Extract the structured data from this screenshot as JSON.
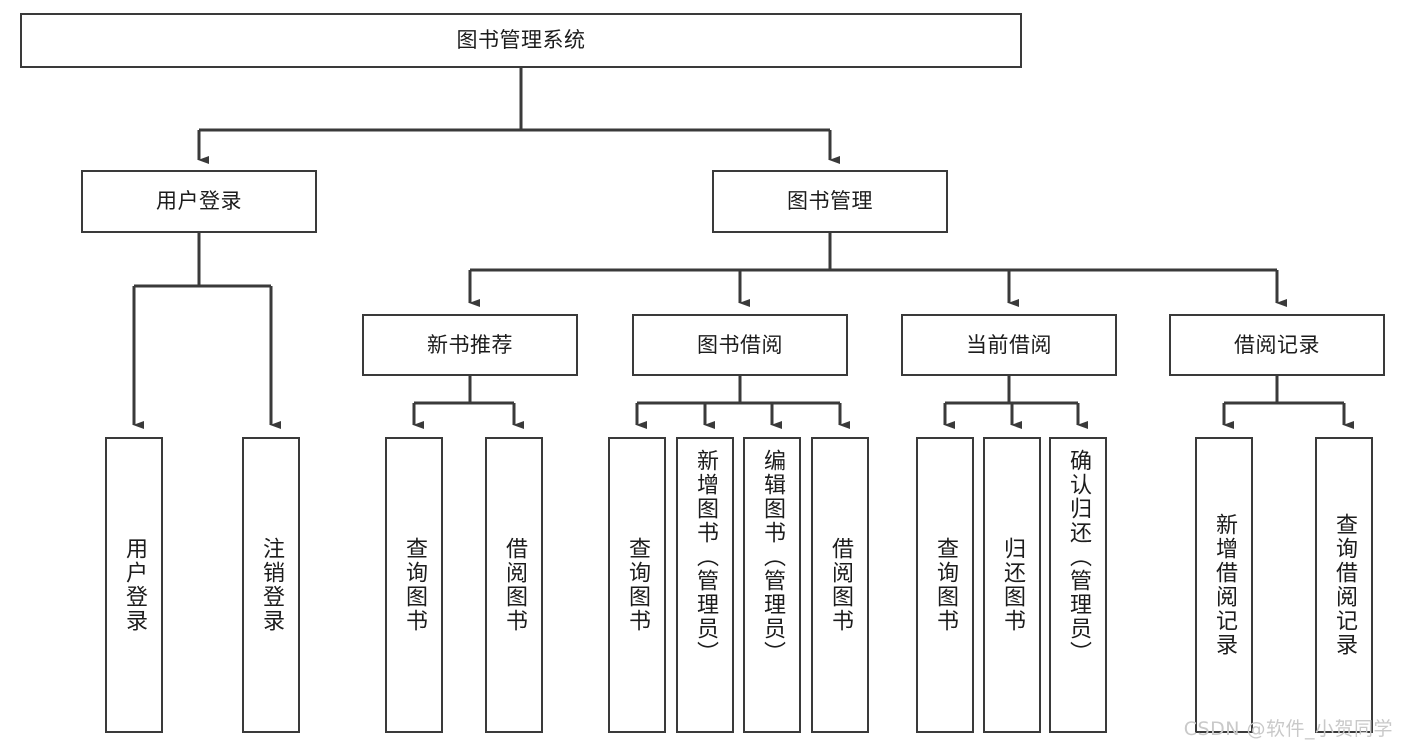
{
  "diagram": {
    "type": "tree-hierarchy",
    "title": "图书管理系统",
    "watermark": "CSDN @软件_小贺同学",
    "colors": {
      "box_border": "#3a3a3a",
      "box_fill": "#ffffff",
      "connector": "#3a3a3a",
      "text": "#1c1c1c",
      "watermark": "#c9c9c9",
      "background": "#ffffff"
    },
    "levels": {
      "root": {
        "label": "图书管理系统"
      },
      "level2": [
        {
          "id": "user-login",
          "label": "用户登录"
        },
        {
          "id": "book-management",
          "label": "图书管理"
        }
      ],
      "level3": [
        {
          "id": "new-book-recommend",
          "label": "新书推荐",
          "parent": "book-management"
        },
        {
          "id": "book-borrow",
          "label": "图书借阅",
          "parent": "book-management"
        },
        {
          "id": "current-borrow",
          "label": "当前借阅",
          "parent": "book-management"
        },
        {
          "id": "borrow-record",
          "label": "借阅记录",
          "parent": "book-management"
        }
      ],
      "leaves": [
        {
          "id": "leaf-user-login",
          "label": "用户登录",
          "parent": "user-login"
        },
        {
          "id": "leaf-logout",
          "label": "注销登录",
          "parent": "user-login"
        },
        {
          "id": "leaf-query-book-1",
          "label": "查询图书",
          "parent": "new-book-recommend"
        },
        {
          "id": "leaf-borrow-book-1",
          "label": "借阅图书",
          "parent": "new-book-recommend"
        },
        {
          "id": "leaf-query-book-2",
          "label": "查询图书",
          "parent": "book-borrow"
        },
        {
          "id": "leaf-add-book",
          "label": "新增图书（管理员）",
          "parent": "book-borrow"
        },
        {
          "id": "leaf-edit-book",
          "label": "编辑图书（管理员）",
          "parent": "book-borrow"
        },
        {
          "id": "leaf-borrow-book-2",
          "label": "借阅图书",
          "parent": "book-borrow"
        },
        {
          "id": "leaf-query-book-3",
          "label": "查询图书",
          "parent": "current-borrow"
        },
        {
          "id": "leaf-return-book",
          "label": "归还图书",
          "parent": "current-borrow"
        },
        {
          "id": "leaf-confirm-return",
          "label": "确认归还（管理员）",
          "parent": "current-borrow"
        },
        {
          "id": "leaf-add-record",
          "label": "新增借阅记录",
          "parent": "borrow-record"
        },
        {
          "id": "leaf-query-record",
          "label": "查询借阅记录",
          "parent": "borrow-record"
        }
      ]
    }
  }
}
